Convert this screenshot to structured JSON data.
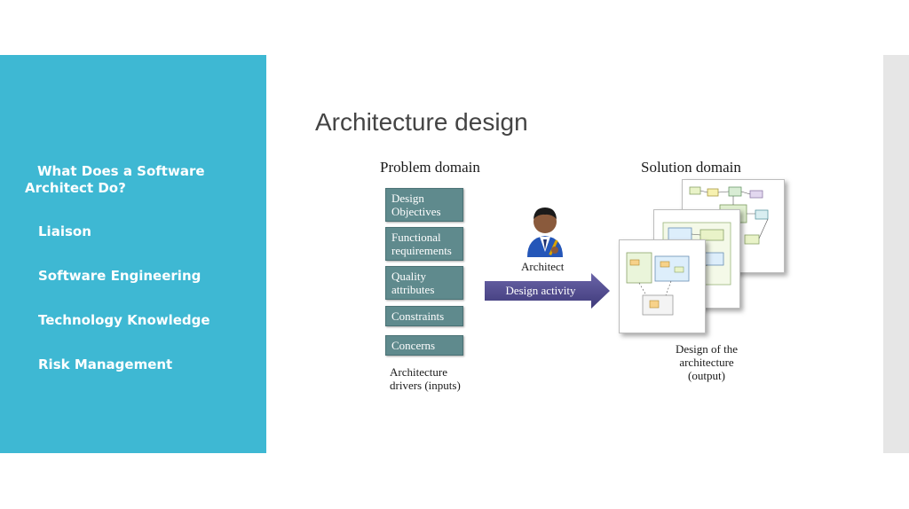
{
  "sidebar": {
    "heading_line1": "What Does a Software",
    "heading_line2": "Architect Do?",
    "items": [
      "Liaison",
      "Software Engineering",
      "Technology Knowledge",
      "Risk Management"
    ]
  },
  "slide": {
    "title": "Architecture design",
    "problem_domain": "Problem domain",
    "solution_domain": "Solution domain",
    "drivers": [
      {
        "line1": "Design",
        "line2": "Objectives"
      },
      {
        "line1": "Functional",
        "line2": "requirements"
      },
      {
        "line1": "Quality",
        "line2": "attributes"
      },
      {
        "line1": "Constraints",
        "line2": ""
      },
      {
        "line1": "Concerns",
        "line2": ""
      }
    ],
    "drivers_caption_line1": "Architecture",
    "drivers_caption_line2": "drivers (inputs)",
    "architect_label": "Architect",
    "arrow_label": "Design activity",
    "output_caption_line1": "Design of the",
    "output_caption_line2": "architecture",
    "output_caption_line3": "(output)"
  },
  "colors": {
    "sidebar": "#3eb8d3",
    "driver_box": "#5f8a8d",
    "arrow": "#4f4a8c"
  },
  "icons": {
    "architect": "person-with-pen-icon",
    "diagrams": "architecture-diagram-pages"
  }
}
